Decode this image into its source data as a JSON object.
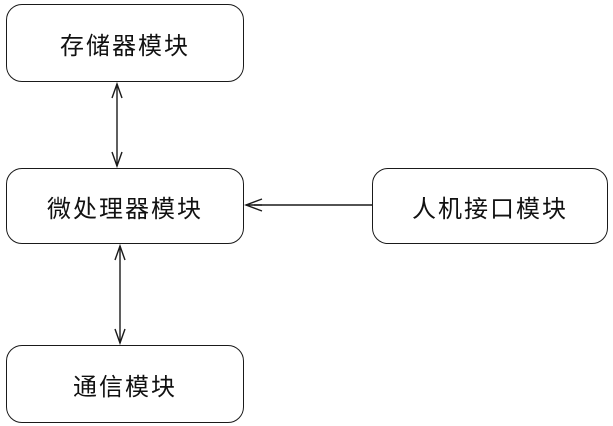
{
  "nodes": {
    "storage": {
      "label": "存储器模块"
    },
    "processor": {
      "label": "微处理器模块"
    },
    "hmi": {
      "label": "人机接口模块"
    },
    "comm": {
      "label": "通信模块"
    }
  },
  "edges": [
    {
      "from": "storage",
      "to": "processor",
      "direction": "both"
    },
    {
      "from": "processor",
      "to": "comm",
      "direction": "both"
    },
    {
      "from": "hmi",
      "to": "processor",
      "direction": "one-way"
    }
  ],
  "style": {
    "line_color": "#1a1a1a",
    "text_color": "#111111",
    "background": "#ffffff"
  }
}
